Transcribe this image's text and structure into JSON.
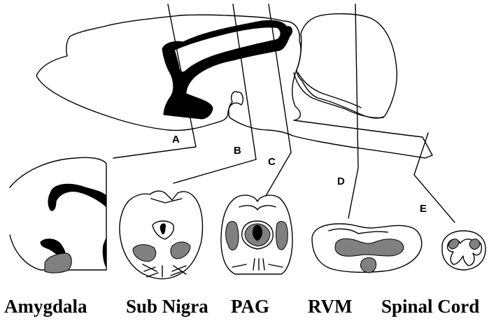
{
  "colors": {
    "outline": "#000000",
    "ventricle": "#000000",
    "region_fill": "#808080",
    "background": "#ffffff"
  },
  "section_letters": [
    "A",
    "B",
    "C",
    "D",
    "E"
  ],
  "regions": [
    "Amygdala",
    "Sub Nigra",
    "PAG",
    "RVM",
    "Spinal Cord"
  ]
}
